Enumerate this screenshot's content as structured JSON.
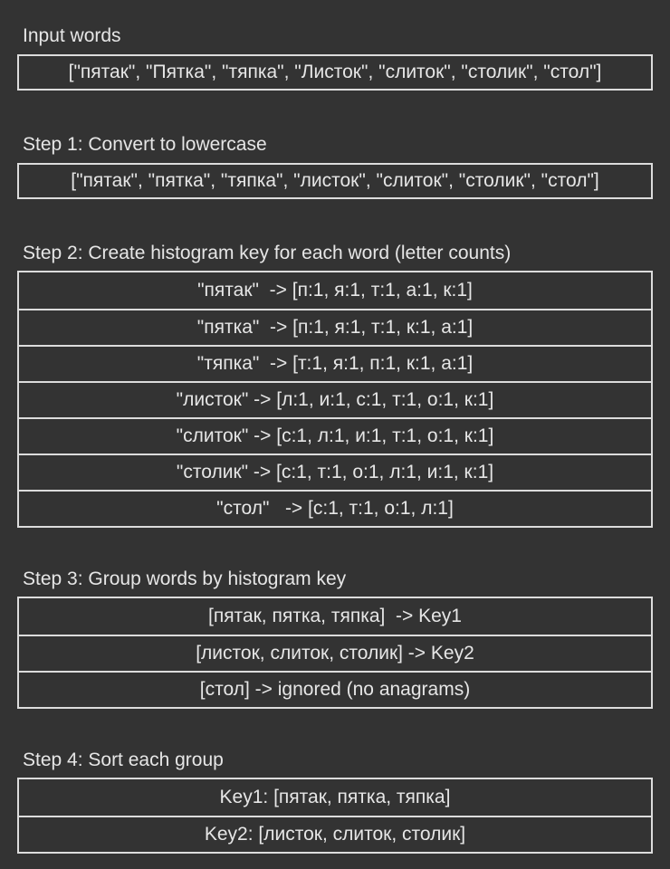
{
  "input": {
    "heading": "Input words",
    "words": "[\"пятак\", \"Пятка\", \"тяпка\", \"Листок\", \"слиток\", \"столик\", \"стол\"]"
  },
  "step1": {
    "heading": "Step 1: Convert to lowercase",
    "words": "[\"пятак\", \"пятка\", \"тяпка\", \"листок\", \"слиток\", \"столик\", \"стол\"]"
  },
  "step2": {
    "heading": "Step 2: Create histogram key for each word (letter counts)",
    "rows": [
      "\"пятак\"  -> [п:1, я:1, т:1, а:1, к:1]",
      "\"пятка\"  -> [п:1, я:1, т:1, к:1, а:1]",
      "\"тяпка\"  -> [т:1, я:1, п:1, к:1, а:1]",
      "\"листок\" -> [л:1, и:1, с:1, т:1, о:1, к:1]",
      "\"слиток\" -> [с:1, л:1, и:1, т:1, о:1, к:1]",
      "\"столик\" -> [с:1, т:1, о:1, л:1, и:1, к:1]",
      "\"стол\"   -> [с:1, т:1, о:1, л:1]"
    ]
  },
  "step3": {
    "heading": "Step 3: Group words by histogram key",
    "rows": [
      "[пятак, пятка, тяпка]  -> Key1",
      "[листок, слиток, столик] -> Key2",
      "[стол] -> ignored (no anagrams)"
    ]
  },
  "step4": {
    "heading": "Step 4: Sort each group",
    "rows": [
      "Key1: [пятак, пятка, тяпка]",
      "Key2: [листок, слиток, столик]"
    ]
  }
}
